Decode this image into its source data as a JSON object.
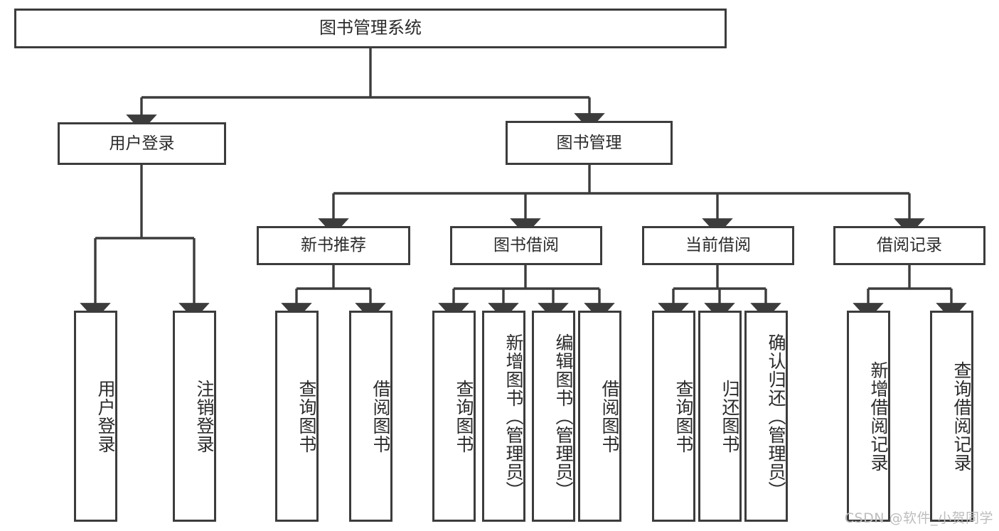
{
  "diagram": {
    "title": "图书管理系统",
    "type": "tree-hierarchy-diagram",
    "watermark": "CSDN @软件_小贺同学",
    "colors": {
      "border": "#3c3c3c",
      "box_fill": "#ffffff",
      "text": "#2b2b2b",
      "connector": "#3c3c3c",
      "watermark": "#bdbdbd",
      "background": "#ffffff"
    },
    "nodes": {
      "root": {
        "label": "图书管理系统"
      },
      "level1": [
        {
          "label": "用户登录"
        },
        {
          "label": "图书管理"
        }
      ],
      "level2": [
        {
          "label": "新书推荐"
        },
        {
          "label": "图书借阅"
        },
        {
          "label": "当前借阅"
        },
        {
          "label": "借阅记录"
        }
      ],
      "leaves_user_login": [
        {
          "label": "用户登录"
        },
        {
          "label": "注销登录"
        }
      ],
      "leaves_new_book": [
        {
          "label": "查询图书"
        },
        {
          "label": "借阅图书"
        }
      ],
      "leaves_borrow": [
        {
          "label": "查询图书"
        },
        {
          "label": "新增图书（管理员）"
        },
        {
          "label": "编辑图书（管理员）"
        },
        {
          "label": "借阅图书"
        }
      ],
      "leaves_current": [
        {
          "label": "查询图书"
        },
        {
          "label": "归还图书"
        },
        {
          "label": "确认归还（管理员）"
        }
      ],
      "leaves_record": [
        {
          "label": "新增借阅记录"
        },
        {
          "label": "查询借阅记录"
        }
      ]
    }
  }
}
